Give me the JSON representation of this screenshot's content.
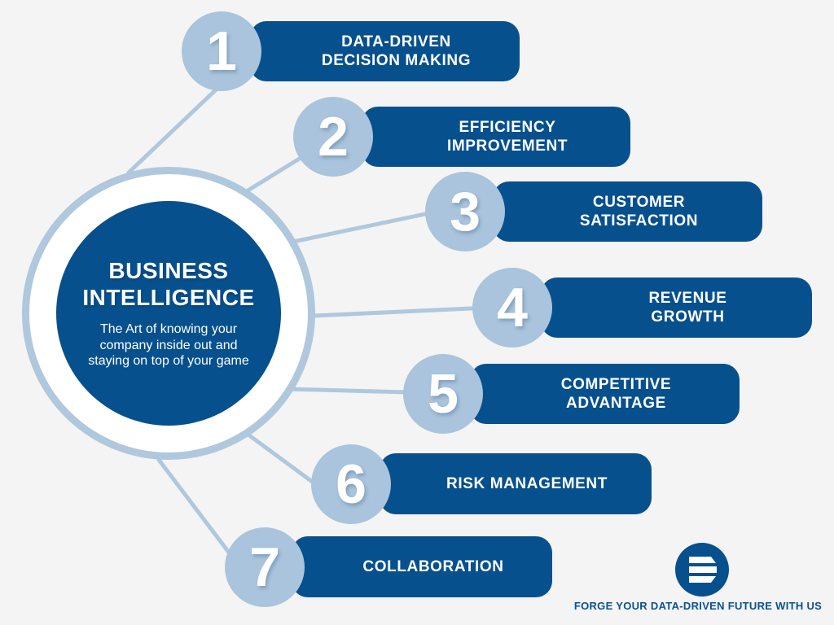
{
  "background_color": "#f4f4f4",
  "palette": {
    "dark_blue": "#07508e",
    "light_blue": "#a9c4dc",
    "connector_blue": "#afc8dd",
    "text_white": "#ffffff",
    "footer_blue": "#0b5290"
  },
  "center": {
    "heading": "BUSINESS\nINTELLIGENCE",
    "subtitle": "The Art of knowing your\ncompany inside out and\nstaying on top of your game"
  },
  "items": [
    {
      "number": "1",
      "label": "DATA-DRIVEN\nDECISION MAKING"
    },
    {
      "number": "2",
      "label": "EFFICIENCY\nIMPROVEMENT"
    },
    {
      "number": "3",
      "label": "CUSTOMER\nSATISFACTION"
    },
    {
      "number": "4",
      "label": "REVENUE\nGROWTH"
    },
    {
      "number": "5",
      "label": "COMPETITIVE\nADVANTAGE"
    },
    {
      "number": "6",
      "label": "RISK MANAGEMENT"
    },
    {
      "number": "7",
      "label": "COLLABORATION"
    }
  ],
  "footer": {
    "tagline": "FORGE YOUR DATA-DRIVEN FUTURE WITH US",
    "logo_icon": "three-bars-e-icon"
  }
}
